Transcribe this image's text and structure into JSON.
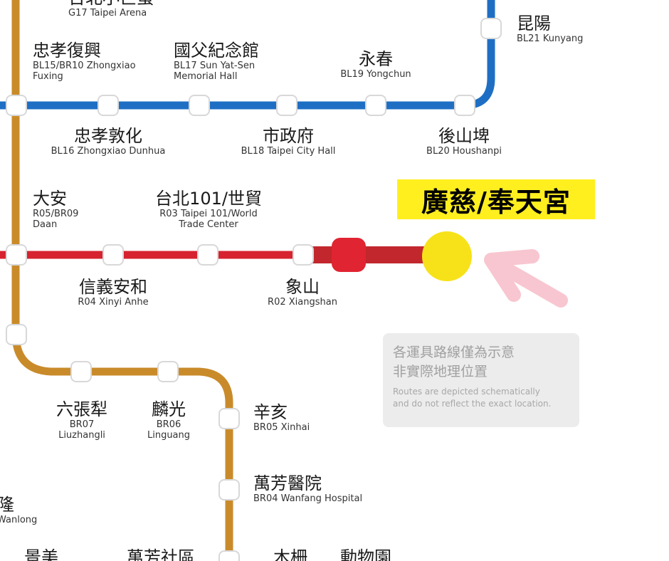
{
  "colors": {
    "blue_line": "#1e6fc4",
    "red_line": "#d6232f",
    "brown_line": "#c98b2a",
    "destination_highlight": "#ffef1f",
    "arrow": "#f8c6d0"
  },
  "stations": {
    "taipei_arena": {
      "zh": "台北小巨蛋",
      "en": "G17 Taipei Arena"
    },
    "zhongxiao_fuxing": {
      "zh": "忠孝復興",
      "en1": "BL15/BR10 Zhongxiao",
      "en2": "Fuxing"
    },
    "sun_yat_sen": {
      "zh": "國父紀念館",
      "en1": "BL17 Sun Yat-Sen",
      "en2": "Memorial Hall"
    },
    "yongchun": {
      "zh": "永春",
      "en": "BL19 Yongchun"
    },
    "kunyang": {
      "zh": "昆陽",
      "en": "BL21 Kunyang"
    },
    "zhongxiao_dunhua": {
      "zh": "忠孝敦化",
      "en": "BL16 Zhongxiao Dunhua"
    },
    "taipei_city_hall": {
      "zh": "市政府",
      "en": "BL18 Taipei City Hall"
    },
    "houshanpi": {
      "zh": "後山埤",
      "en": "BL20 Houshanpi"
    },
    "daan": {
      "zh": "大安",
      "en1": "R05/BR09",
      "en2": "Daan"
    },
    "taipei_101": {
      "zh": "台北101/世貿",
      "en1": "R03 Taipei 101/World",
      "en2": "Trade Center"
    },
    "xinyi_anhe": {
      "zh": "信義安和",
      "en": "R04 Xinyi Anhe"
    },
    "xiangshan": {
      "zh": "象山",
      "en": "R02 Xiangshan"
    },
    "liuzhangli": {
      "zh": "六張犁",
      "en1": "BR07",
      "en2": "Liuzhangli"
    },
    "linguang": {
      "zh": "麟光",
      "en1": "BR06",
      "en2": "Linguang"
    },
    "xinhai": {
      "zh": "辛亥",
      "en": "BR05 Xinhai"
    },
    "wanfang_hospital": {
      "zh": "萬芳醫院",
      "en": "BR04 Wanfang Hospital"
    },
    "wanlong": {
      "zh": "隆",
      "en": "Wanlong"
    },
    "bottom1": {
      "zh": "景美"
    },
    "bottom2": {
      "zh": "萬芳社區"
    },
    "bottom3": {
      "zh": "木柵"
    },
    "bottom4": {
      "zh": "動物園"
    }
  },
  "destination": {
    "label": "廣慈/奉天宮"
  },
  "note": {
    "zh_line1": "各運具路線僅為示意",
    "zh_line2": "非實際地理位置",
    "en_line1": "Routes are depicted schematically",
    "en_line2": "and do not reflect the exact location."
  }
}
